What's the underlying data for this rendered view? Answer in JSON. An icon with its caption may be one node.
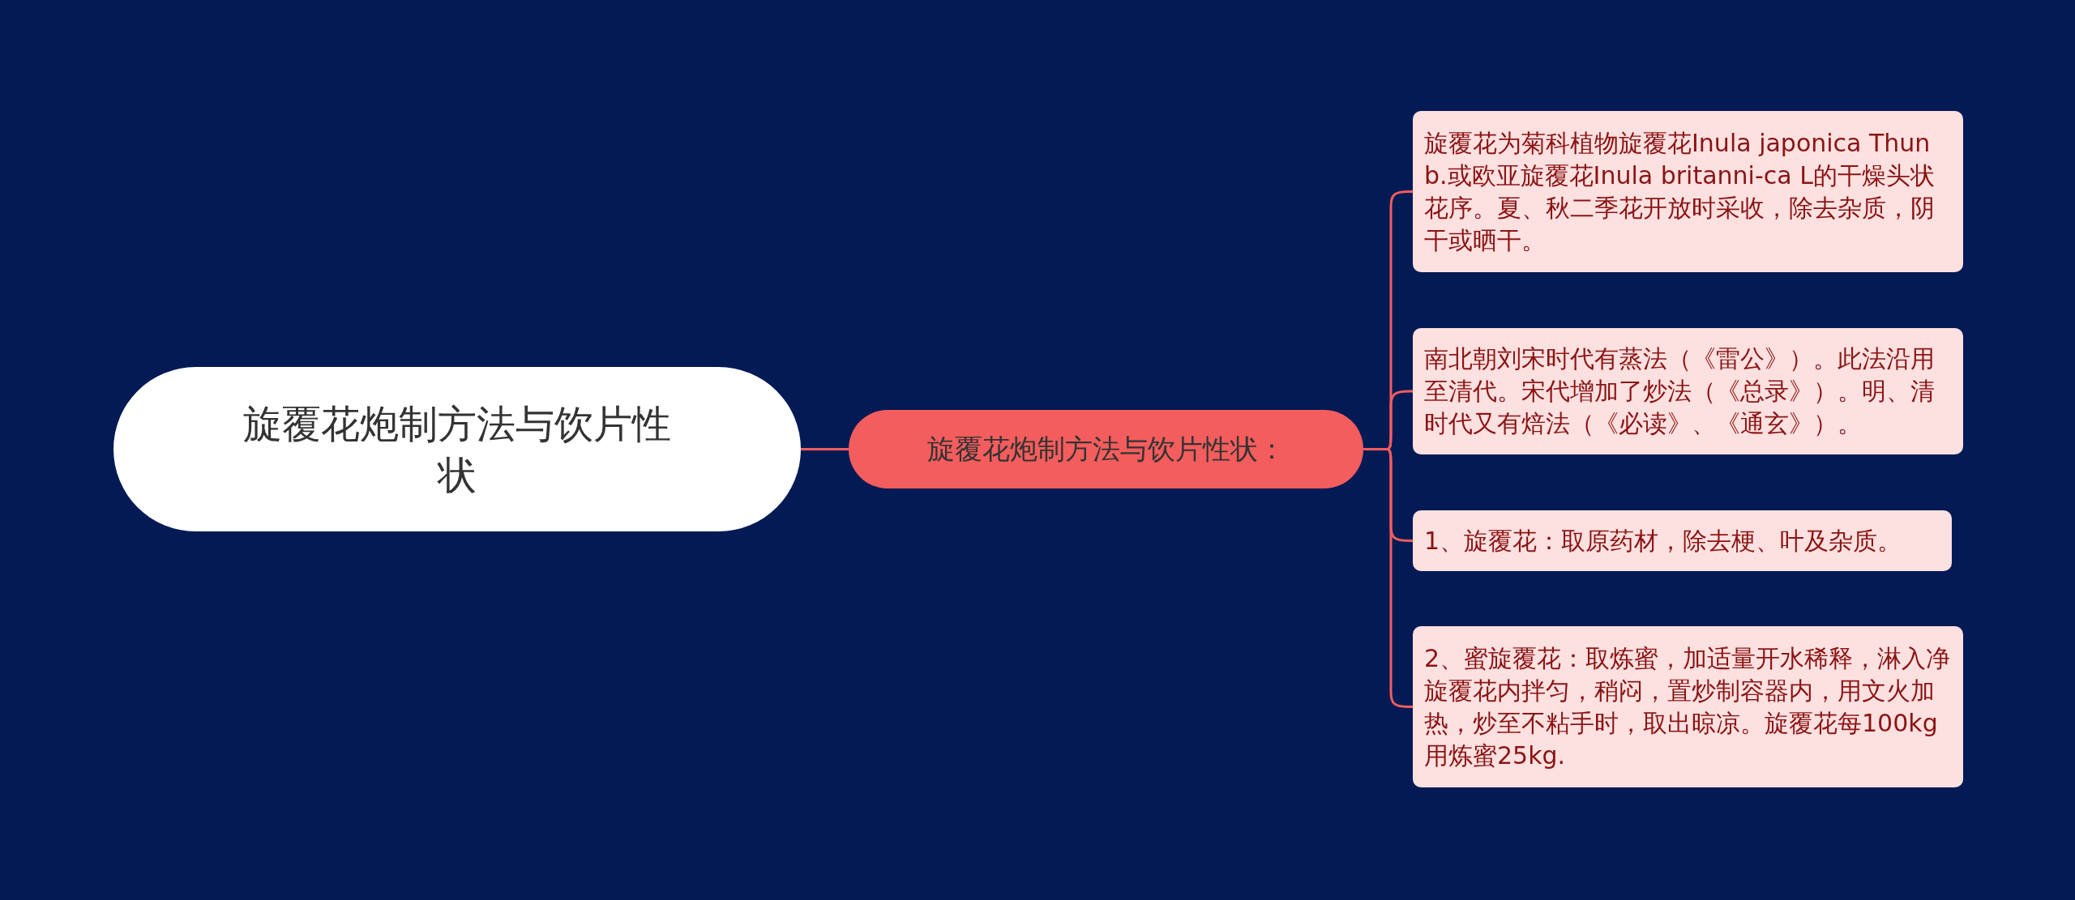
{
  "diagram": {
    "nodes": [
      {
        "text": [
          "旋覆花炮制方法与饮片性状"
        ]
      },
      {
        "text": [
          "旋覆花炮制方法与饮片性状："
        ]
      },
      {
        "text": [
          "旋覆花为菊科植物旋覆花Inula japonica Thunb.或欧亚旋覆花Inula britanni-ca L的干燥头状花序。夏、秋二季花开放时采收，除去杂质，阴干或晒干。"
        ]
      },
      {
        "text": [
          "南北朝刘宋时代有蒸法（《雷公》）。此法沿用至清代。宋代增加了炒法（《总录》）。明、清时代又有焙法（《必读》、《通玄》）。"
        ]
      },
      {
        "text": [
          "1、旋覆花：取原药材，除去梗、叶及杂质。"
        ]
      },
      {
        "text": [
          "2、蜜旋覆花：取炼蜜，加适量开水稀释，淋入净旋覆花内拌匀，稍闷，置炒制容器内，用文火加热，炒至不粘手时，取出晾凉。旋覆花每100kg用炼蜜25kg."
        ]
      }
    ],
    "edges": [
      {
        "from": 0,
        "to": 1,
        "arrow": "none"
      },
      {
        "from": 1,
        "to": 2,
        "arrow": "none"
      },
      {
        "from": 1,
        "to": 3,
        "arrow": "none"
      },
      {
        "from": 1,
        "to": 4,
        "arrow": "none"
      },
      {
        "from": 1,
        "to": 5,
        "arrow": "none"
      }
    ]
  }
}
